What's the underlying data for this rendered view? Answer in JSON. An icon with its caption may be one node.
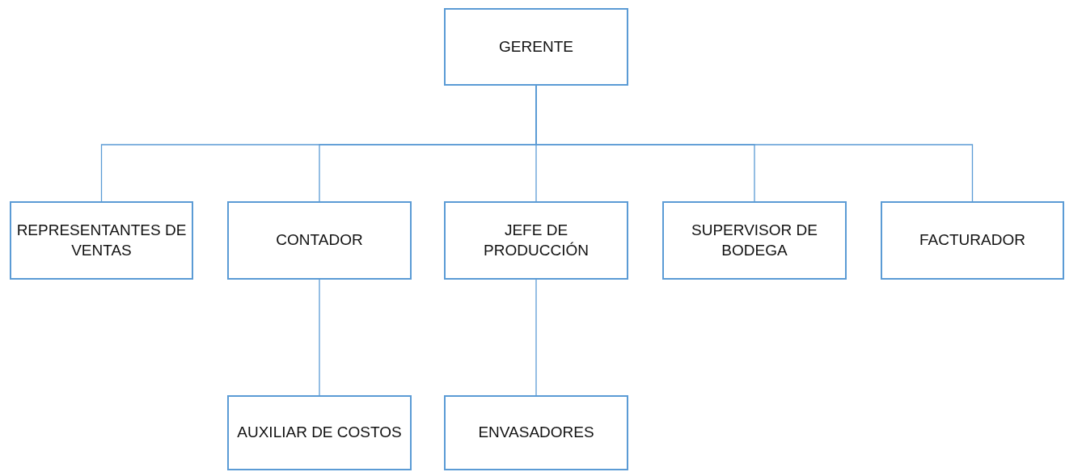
{
  "diagram": {
    "nodes": [
      {
        "text": [
          "GERENTE"
        ]
      },
      {
        "text": [
          "REPRESENTANTES DE VENTAS"
        ]
      },
      {
        "text": [
          "CONTADOR"
        ]
      },
      {
        "text": [
          "JEFE DE PRODUCCIÓN"
        ]
      },
      {
        "text": [
          "SUPERVISOR DE BODEGA"
        ]
      },
      {
        "text": [
          "FACTURADOR"
        ]
      },
      {
        "text": [
          "AUXILIAR DE COSTOS"
        ]
      },
      {
        "text": [
          "ENVASADORES"
        ]
      }
    ],
    "edges": [
      {
        "from": 0,
        "to": 1,
        "arrow": "none"
      },
      {
        "from": 0,
        "to": 2,
        "arrow": "none"
      },
      {
        "from": 0,
        "to": 3,
        "arrow": "none"
      },
      {
        "from": 0,
        "to": 4,
        "arrow": "none"
      },
      {
        "from": 0,
        "to": 5,
        "arrow": "none"
      },
      {
        "from": 2,
        "to": 6,
        "arrow": "none"
      },
      {
        "from": 3,
        "to": 7,
        "arrow": "none"
      }
    ]
  }
}
